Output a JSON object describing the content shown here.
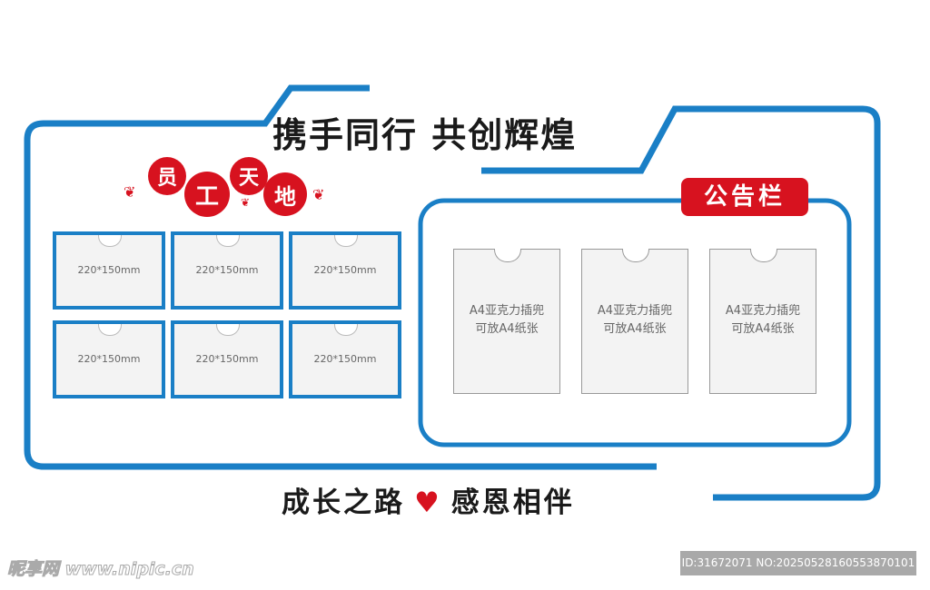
{
  "title": "携手同行 共创辉煌",
  "slogan": {
    "left": "成长之路",
    "heart": "♥",
    "right": "感恩相伴"
  },
  "staff_section": {
    "chars": [
      "员",
      "工",
      "天",
      "地"
    ],
    "cards": [
      "220*150mm",
      "220*150mm",
      "220*150mm",
      "220*150mm",
      "220*150mm",
      "220*150mm"
    ]
  },
  "notice_board": {
    "label": "公告栏",
    "cards": [
      {
        "line1": "A4亚克力插兜",
        "line2": "可放A4纸张"
      },
      {
        "line1": "A4亚克力插兜",
        "line2": "可放A4纸张"
      },
      {
        "line1": "A4亚克力插兜",
        "line2": "可放A4纸张"
      }
    ]
  },
  "watermark": {
    "logo": "昵享网 www.nipic.cn",
    "id_text": "ID:31672071 NO:20250528160553870101"
  },
  "colors": {
    "blue": "#1a7fc6",
    "red": "#d7121f"
  }
}
